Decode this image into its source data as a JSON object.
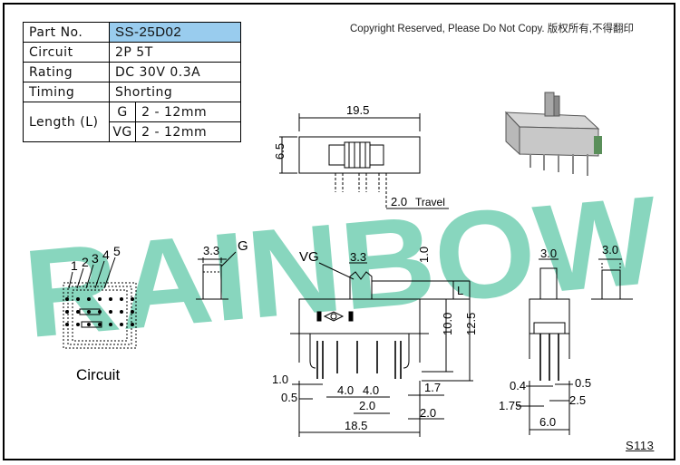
{
  "spec_table": {
    "part_no_label": "Part No.",
    "part_no_value": "SS-25D02",
    "circuit_label": "Circuit",
    "circuit_value": "2P 5T",
    "rating_label": "Rating",
    "rating_value": "DC 30V 0.3A",
    "timing_label": "Timing",
    "timing_value": "Shorting",
    "length_label": "Length (L)",
    "length_g_label": "G",
    "length_g_value": "2 - 12mm",
    "length_vg_label": "VG",
    "length_vg_value": "2 - 12mm"
  },
  "copyright": "Copyright Reserved, Please Do Not Copy. 版权所有,不得翻印",
  "watermark": "RAINBOW",
  "watermark_color": "#7ed3b9",
  "highlight_color": "#99ccee",
  "circuit": {
    "caption": "Circuit",
    "pin_labels": [
      "1",
      "2",
      "3",
      "4",
      "5"
    ]
  },
  "top_view": {
    "width": "19.5",
    "height": "6.5",
    "travel": "2.0",
    "travel_label": "Travel"
  },
  "g_detail": {
    "dim": "3.3",
    "label": "G"
  },
  "vg_detail": {
    "label": "VG",
    "dim": "3.3",
    "dim_1": "1.0",
    "l_label": "L"
  },
  "front_view": {
    "h_10": "10.0",
    "h_12_5": "12.5",
    "d_1_0": "1.0",
    "d_0_5": "0.5",
    "d_4_0_a": "4.0",
    "d_4_0_b": "4.0",
    "d_2_0": "2.0",
    "d_1_7": "1.7",
    "d_2_0_r": "2.0",
    "d_18_5": "18.5"
  },
  "side_view": {
    "top": "3.0",
    "d_0_4": "0.4",
    "d_0_5": "0.5",
    "d_1_75": "1.75",
    "d_2_5": "2.5",
    "d_6_0": "6.0"
  },
  "small_view": {
    "top": "3.0"
  },
  "drawing_no": "S113"
}
